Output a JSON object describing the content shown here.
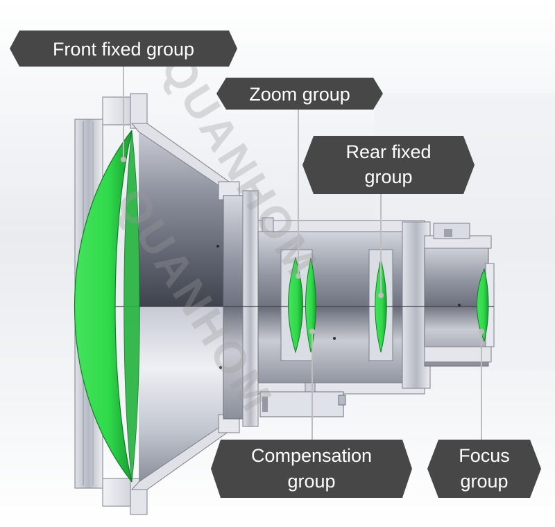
{
  "labels": {
    "front_fixed": [
      "Front fixed group"
    ],
    "zoom": [
      "Zoom group"
    ],
    "rear_fixed": [
      "Rear fixed",
      "group"
    ],
    "compensation": [
      "Compensation",
      "group"
    ],
    "focus": [
      "Focus",
      "group"
    ]
  },
  "watermark": [
    "QUANHOM",
    "QUANHOM"
  ],
  "colors": {
    "label_bg": "#474747",
    "label_text": "#ffffff",
    "lens_green": "#2fd94a",
    "lens_green_dark": "#1a9e33",
    "leader_line": "#bdbdbd",
    "metal_light": "#e6e8ee",
    "metal_mid": "#b7bbc6",
    "metal_dark": "#5e6270"
  }
}
